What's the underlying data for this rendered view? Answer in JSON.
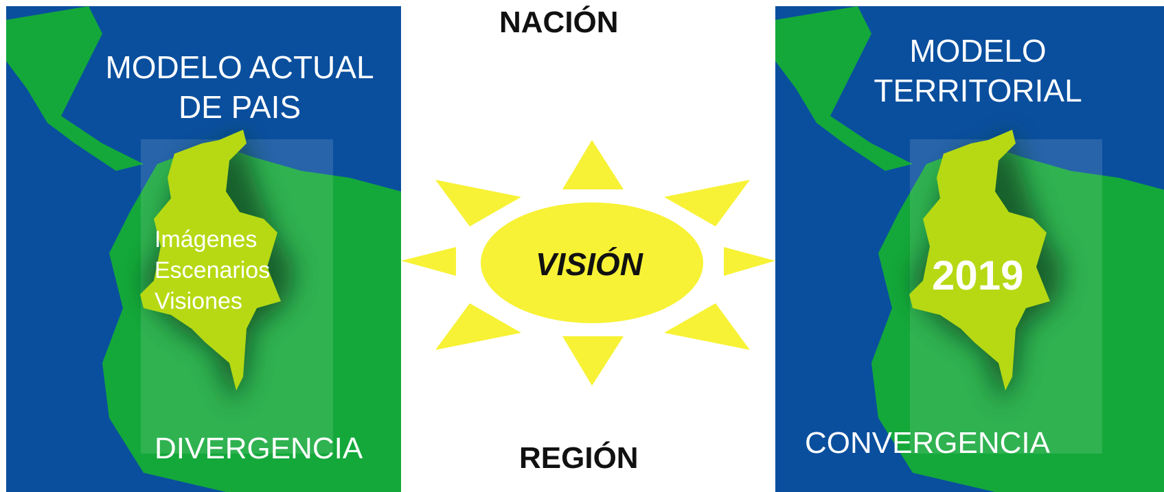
{
  "left_panel": {
    "title": "MODELO ACTUAL\nDE  PAIS",
    "items": [
      "Imágenes",
      "Escenarios",
      "Visiones"
    ],
    "bottom_label": "DIVERGENCIA"
  },
  "right_panel": {
    "title": "MODELO\nTERRITORIAL",
    "year": "2019",
    "bottom_label": "CONVERGENCIA"
  },
  "center": {
    "top_label": "NACIÓN",
    "bottom_label": "REGIÓN",
    "sun_label": "VISIÓN"
  },
  "colors": {
    "ocean": "#0a4f9e",
    "land": "#14a83a",
    "country": "#b6d914",
    "sun": "#f7f235",
    "text_dark": "#111111",
    "text_light": "#ffffff"
  }
}
